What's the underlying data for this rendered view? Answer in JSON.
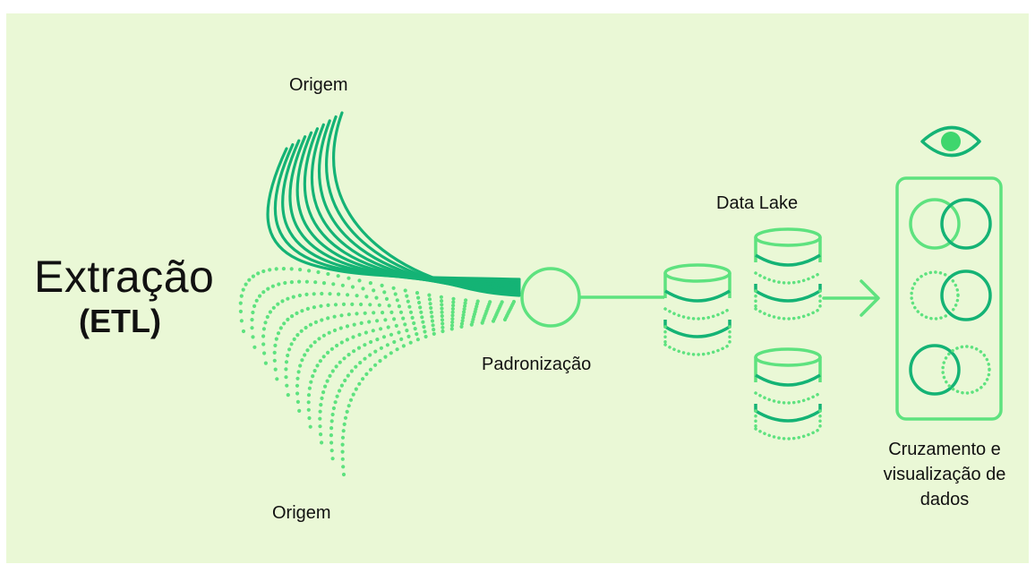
{
  "title": {
    "main": "Extração",
    "sub": "(ETL)"
  },
  "labels": {
    "source_top": "Origem",
    "source_bottom": "Origem",
    "standardization": "Padronização",
    "data_lake": "Data Lake",
    "crossing": "Cruzamento e\nvisualização de\ndados"
  },
  "colors": {
    "background": "#eaf8d6",
    "dark_green": "#14b375",
    "light_green": "#5ee27f",
    "eye_fill": "#3ed66d",
    "text": "#111111"
  },
  "icons": [
    "eye-icon",
    "arrow-right-icon"
  ]
}
